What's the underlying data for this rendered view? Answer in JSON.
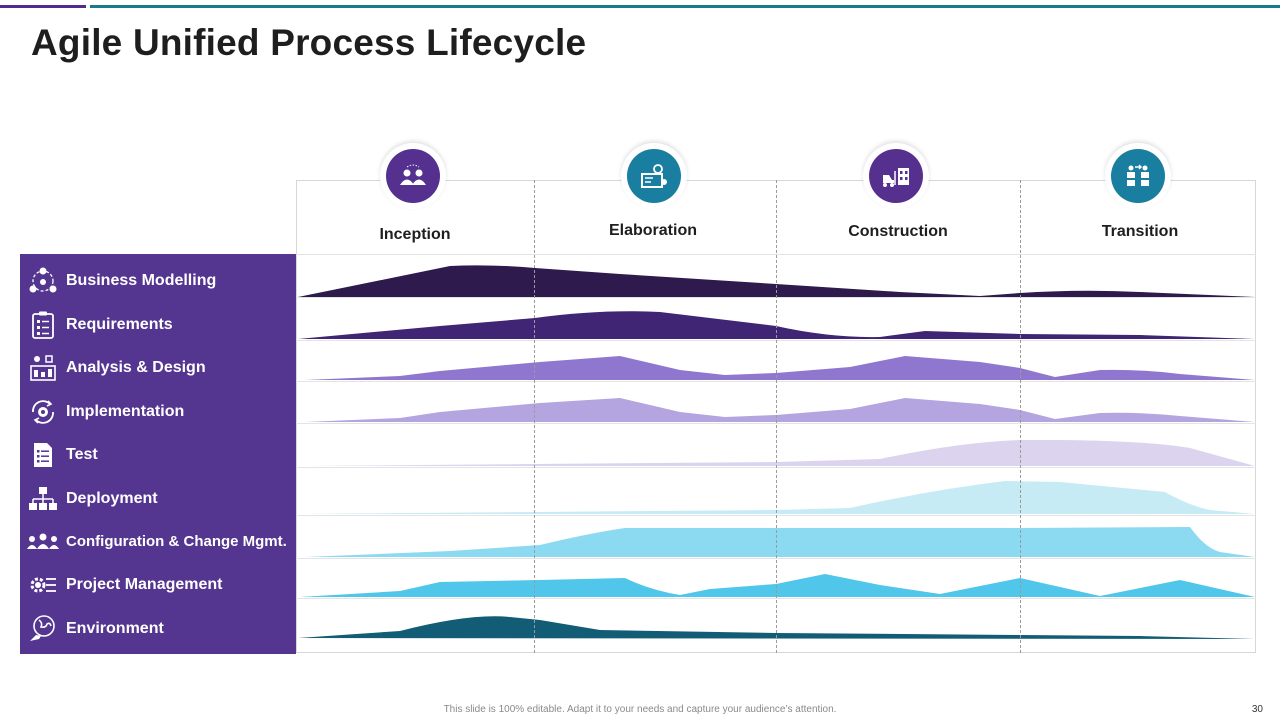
{
  "slide": {
    "title": "Agile Unified Process Lifecycle",
    "footer": "This slide is 100% editable. Adapt it to your needs and capture your audience’s attention.",
    "page_number": "30",
    "colors": {
      "sidebar": "#543590",
      "top_bar_left": "#4f2d8f",
      "top_bar_right": "#1a7a8c"
    }
  },
  "phases": [
    {
      "label": "Inception",
      "icon": "people-icon",
      "color": "#55308f"
    },
    {
      "label": "Elaboration",
      "icon": "planning-board-icon",
      "color": "#1a7ea1"
    },
    {
      "label": "Construction",
      "icon": "forklift-building-icon",
      "color": "#55308f"
    },
    {
      "label": "Transition",
      "icon": "transfer-icon",
      "color": "#1a7ea1"
    }
  ],
  "disciplines": [
    {
      "label": "Business Modelling",
      "icon": "business-cycle-icon",
      "color": "#2e1a4c"
    },
    {
      "label": "Requirements",
      "icon": "clipboard-checklist-icon",
      "color": "#3f2573"
    },
    {
      "label": "Analysis & Design",
      "icon": "analysis-design-icon",
      "color": "#8f77cf"
    },
    {
      "label": "Implementation",
      "icon": "gear-cycle-icon",
      "color": "#b4a4e0"
    },
    {
      "label": "Test",
      "icon": "document-list-icon",
      "color": "#dcd4ef"
    },
    {
      "label": "Deployment",
      "icon": "hierarchy-icon",
      "color": "#c6ebf5"
    },
    {
      "label": "Configuration & Change Mgmt.",
      "icon": "team-config-icon",
      "color": "#8cdaf2"
    },
    {
      "label": "Project Management",
      "icon": "gears-icon",
      "color": "#50c6ea"
    },
    {
      "label": "Environment",
      "icon": "globe-hand-icon",
      "color": "#125d75"
    }
  ]
}
